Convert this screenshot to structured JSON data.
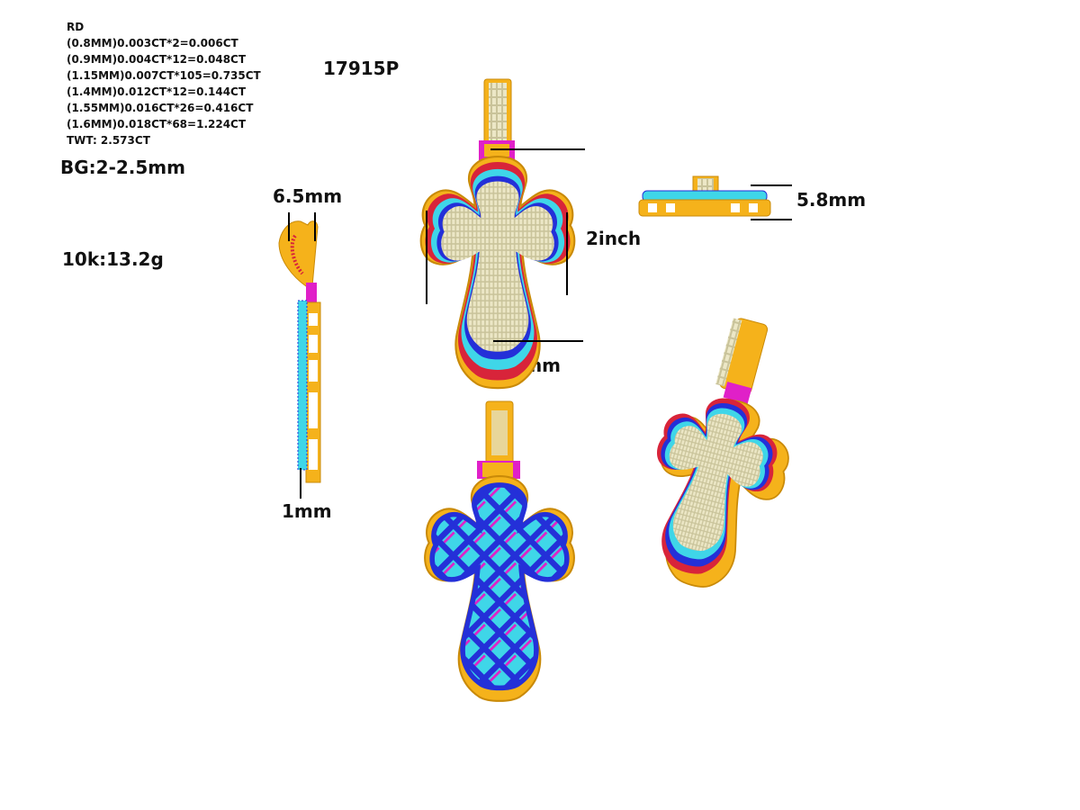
{
  "spec": {
    "stone_type": "RD",
    "stones": [
      "(0.8MM)0.003CT*2=0.006CT",
      "(0.9MM)0.004CT*12=0.048CT",
      "(1.15MM)0.007CT*105=0.735CT",
      "(1.4MM)0.012CT*12=0.144CT",
      "(1.55MM)0.016CT*26=0.416CT",
      "(1.6MM)0.018CT*68=1.224CT"
    ],
    "twt": "TWT:  2.573CT"
  },
  "bg": "BG:2-2.5mm",
  "metal_weight": "10k:13.2g",
  "model_number": "17915P",
  "dimensions": {
    "bail_width": "6.5mm",
    "thickness_side": "1mm",
    "height": "2inch",
    "width": "35.6mm",
    "depth": "5.8mm"
  },
  "colors": {
    "gold": "#f5b21b",
    "gold_dark": "#c98a08",
    "cyan": "#3fd6e8",
    "magenta": "#e020c8",
    "blue": "#2430d8",
    "red": "#d8243a",
    "stone_light": "#e6e0b8"
  }
}
